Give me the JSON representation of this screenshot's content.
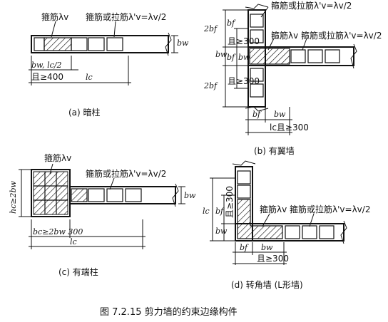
{
  "figure_caption": "图 7.2.15   剪力墙的约束边缘构件",
  "panel_a": {
    "caption": "(a)  暗柱",
    "label_stirrup": "箍筋λv",
    "label_tie": "箍筋或拉筋λ'v=λv/2",
    "dim_bw": "bw",
    "dim_bw_lc2": "bw, lc/2",
    "dim_ge400": "且≥400",
    "dim_lc": "lc"
  },
  "panel_b": {
    "caption": "(b)  有翼墙",
    "label_tie_top": "箍筋或拉筋λ'v=λv/2",
    "label_stirrup_tie": "箍筋λv 箍筋或拉筋λ'v=λv/2",
    "dim_2bf_top": "2bf",
    "dim_bf_top": "bf",
    "dim_ge300_top": "且≥300",
    "dim_bw_left": "bw",
    "dim_bf_mid": "bf",
    "dim_bw_right": "bw",
    "dim_2bf_bot": "2bf",
    "dim_ge300_bot": "且≥300",
    "dim_bf_bot": "bf",
    "dim_bw_bot": "bw",
    "dim_lc_300": "lc且≥300"
  },
  "panel_c": {
    "caption": "(c)  有端柱",
    "label_stirrup": "箍筋λv",
    "label_tie": "箍筋或拉筋λ'v=λv/2",
    "dim_hc": "hc≥2bw",
    "dim_bw": "bw",
    "dim_bc": "bc≥2bw  300",
    "dim_lc": "lc"
  },
  "panel_d": {
    "caption": "(d)  转角墙  (L形墙)",
    "label_stirrup_tie": "箍筋λv  箍筋或拉筋λ'v=λv/2",
    "dim_lc": "lc",
    "dim_ge300_left": "且≥300",
    "dim_bf": "bf",
    "dim_bw": "bw",
    "dim_bf_bot": "bf",
    "dim_bw_bot": "bw",
    "dim_ge300_bot": "且≥300"
  }
}
